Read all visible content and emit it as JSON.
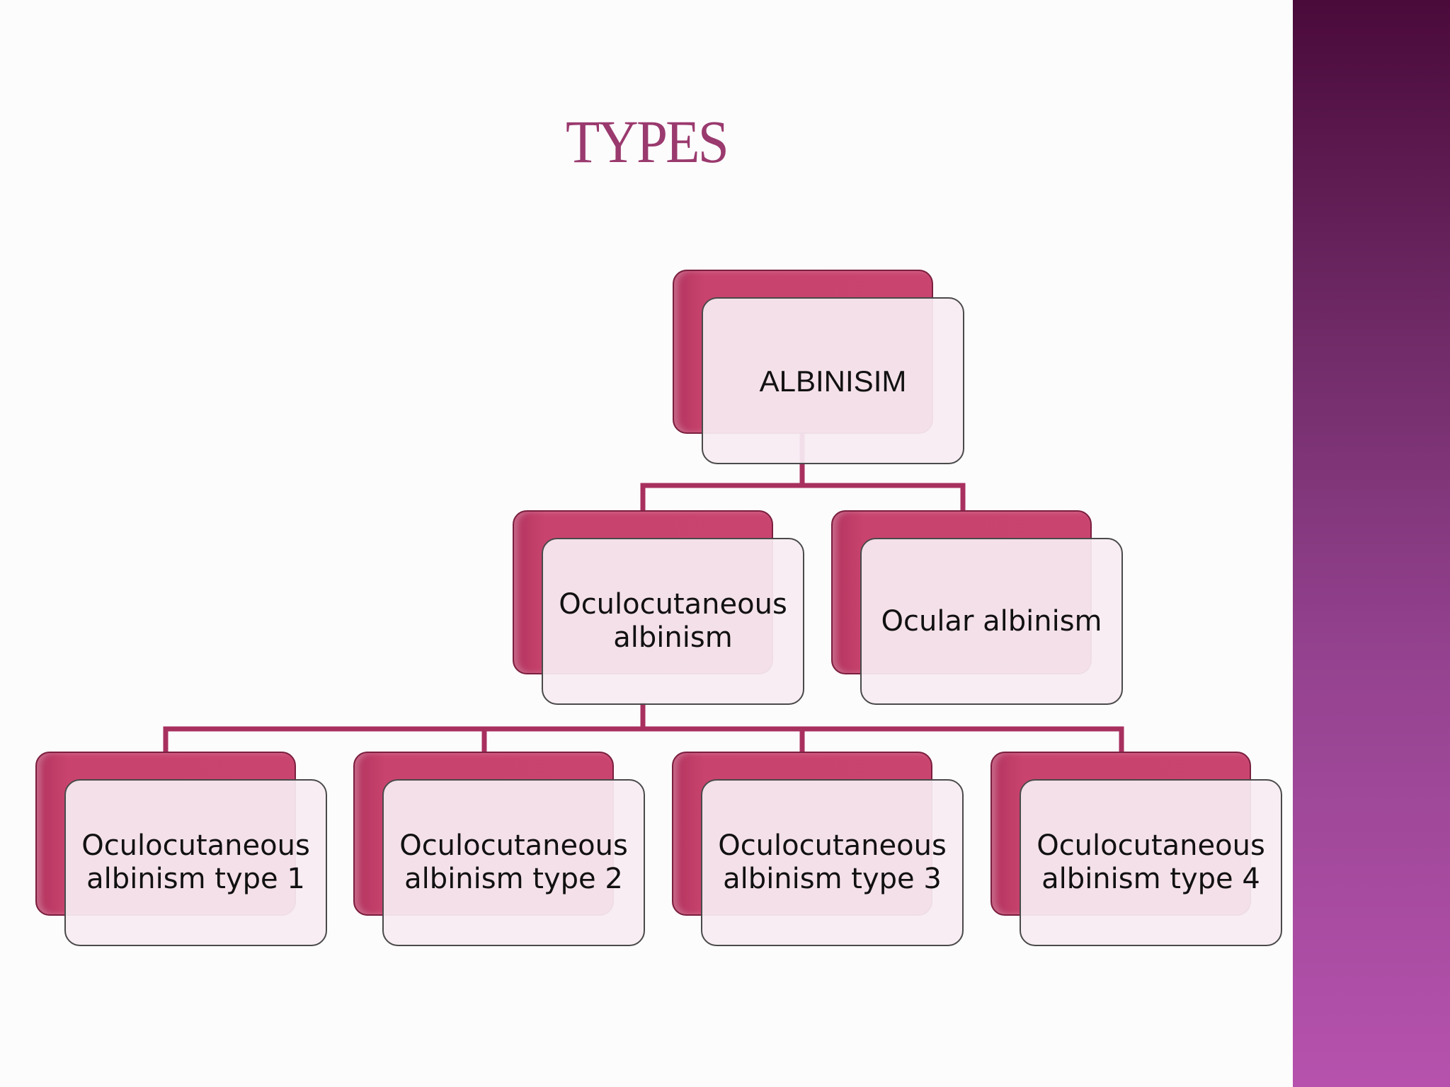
{
  "slide": {
    "title": "TYPES",
    "colors": {
      "title": "#9a3a6e",
      "node_back": "#c9456f",
      "node_front": "#f8ecf2",
      "connector": "#a8305f",
      "side_band_top": "#4a0a3a",
      "side_band_bottom": "#b652ad"
    }
  },
  "diagram": {
    "root": {
      "label": "ALBINISIM"
    },
    "level1": [
      {
        "label": "Oculocutaneous\nalbinism"
      },
      {
        "label": "Ocular albinism"
      }
    ],
    "level2": [
      {
        "label": "Oculocutaneous\nalbinism type 1"
      },
      {
        "label": "Oculocutaneous\nalbinism type 2"
      },
      {
        "label": "Oculocutaneous\nalbinism type 3"
      },
      {
        "label": "Oculocutaneous\nalbinism type 4"
      }
    ]
  }
}
